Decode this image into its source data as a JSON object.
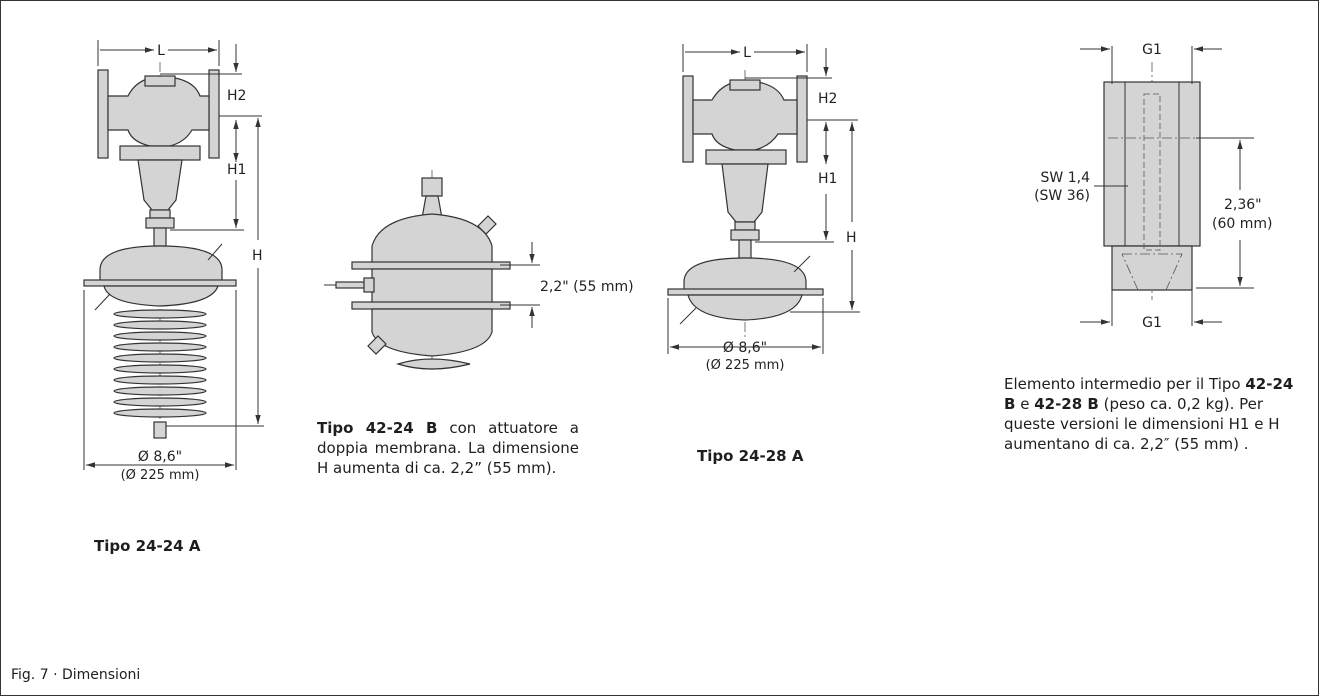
{
  "figure_label": "Fig. 7 · Dimensioni",
  "drawings": {
    "tipo_24_24_A": {
      "dims": {
        "L": "L",
        "H2": "H2",
        "H1": "H1",
        "H": "H",
        "diameter_in": "Ø 8,6\"",
        "diameter_mm": "(Ø 225 mm)"
      },
      "caption": "Tipo 24-24 A"
    },
    "tipo_42_24_B": {
      "dims": {
        "membrane": "2,2\" (55 mm)"
      },
      "caption_bold": "Tipo 42-24 B",
      "caption_text": " con attuatore a doppia membrana. La dimensione H aumenta di ca. 2,2” (55 mm)."
    },
    "tipo_24_28_A": {
      "dims": {
        "L": "L",
        "H2": "H2",
        "H1": "H1",
        "H": "H",
        "diameter_in": "Ø 8,6\"",
        "diameter_mm": "(Ø 225 mm)"
      },
      "caption": "Tipo 24-28 A"
    },
    "elemento_intermedio": {
      "dims": {
        "top": "G1",
        "bottom": "G1",
        "sw_in": "SW 1,4",
        "sw_mm": "(SW 36)",
        "len_in": "2,36\"",
        "len_mm": "(60 mm)"
      },
      "caption_1": "Elemento intermedio per il Tipo ",
      "caption_b1": "42-24 B",
      "caption_2": " e ",
      "caption_b2": "42-28 B",
      "caption_3": " (peso ca. 0,2 kg). Per queste versioni le dimensioni H1 e H aumentano di ca. 2,2″ (55 mm) ."
    }
  }
}
